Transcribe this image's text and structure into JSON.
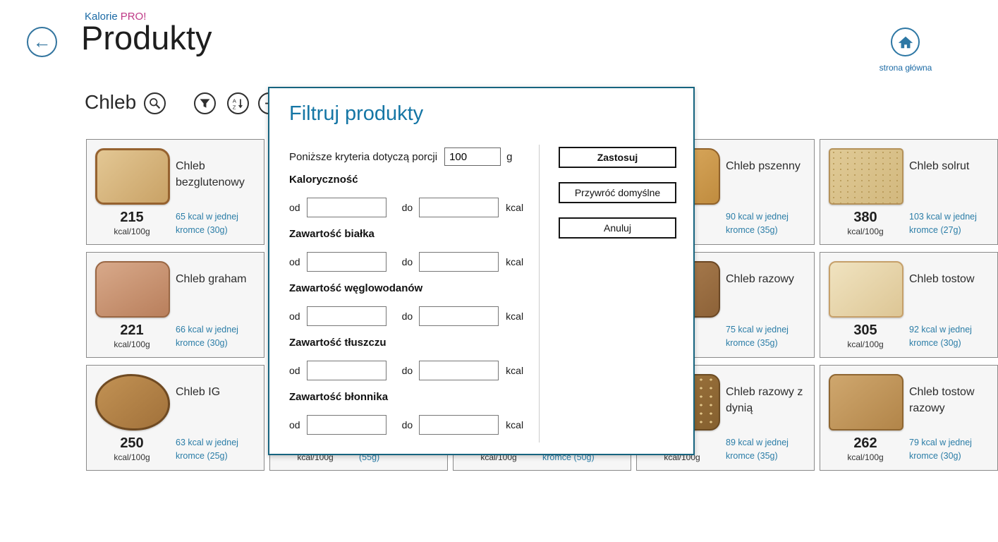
{
  "header": {
    "brand_name": "Kalorie",
    "brand_suffix": "PRO!",
    "page_title": "Produkty",
    "home_label": "strona główna"
  },
  "toolbar": {
    "search_text": "Chleb"
  },
  "dialog": {
    "title": "Filtruj produkty",
    "portion_label": "Poniższe kryteria dotyczą porcji",
    "portion_value": "100",
    "portion_unit": "g",
    "from_label": "od",
    "to_label": "do",
    "unit_label": "kcal",
    "sections": [
      {
        "label": "Kaloryczność"
      },
      {
        "label": "Zawartość białka"
      },
      {
        "label": "Zawartość węglowodanów"
      },
      {
        "label": "Zawartość tłuszczu"
      },
      {
        "label": "Zawartość błonnika"
      }
    ],
    "buttons": {
      "apply": "Zastosuj",
      "restore": "Przywróć domyślne",
      "cancel": "Anuluj"
    }
  },
  "products": [
    {
      "name": "Chleb bezglutenowy",
      "kcal": "215",
      "per100": "kcal/100g",
      "slice": "65 kcal w jednej kromce (30g)"
    },
    {
      "name": "Chleb graham",
      "kcal": "221",
      "per100": "kcal/100g",
      "slice": "66 kcal w jednej kromce (30g)"
    },
    {
      "name": "Chleb IG",
      "kcal": "250",
      "per100": "kcal/100g",
      "slice": "63 kcal w jednej kromce (25g)"
    },
    {
      "per100": "kcal/100g",
      "fragment": "(55g)"
    },
    {
      "per100": "kcal/100g",
      "fragment": "kromce (50g)"
    },
    {
      "name": "Chleb pszenny",
      "slice": "90 kcal w jednej kromce (35g)"
    },
    {
      "name": "Chleb razowy",
      "slice": "75 kcal w jednej kromce (35g)"
    },
    {
      "name": "Chleb razowy z dynią",
      "per100": "kcal/100g",
      "slice": "89 kcal w jednej kromce (35g)"
    },
    {
      "name": "Chleb solrut",
      "kcal": "380",
      "per100": "kcal/100g",
      "slice": "103 kcal w jednej kromce (27g)"
    },
    {
      "name": "Chleb tostow",
      "kcal": "305",
      "per100": "kcal/100g",
      "slice": "92 kcal w jednej kromce (30g)"
    },
    {
      "name": "Chleb tostow razowy",
      "kcal": "262",
      "per100": "kcal/100g",
      "slice": "79 kcal w jednej kromce (30g)"
    }
  ]
}
